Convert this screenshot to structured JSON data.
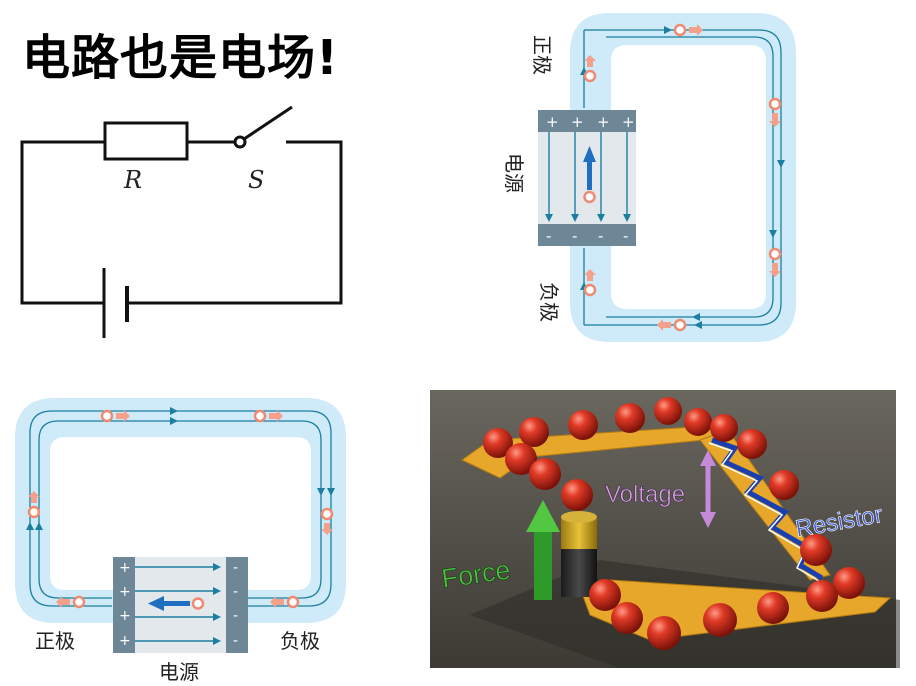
{
  "title": "电路也是电场!",
  "circuit": {
    "resistor_label": "R",
    "switch_label": "S"
  },
  "field_vertical": {
    "positive_pole": "正极",
    "negative_pole": "负极",
    "source": "电源",
    "plus": "+",
    "minus": "-"
  },
  "field_horizontal": {
    "positive_pole": "正极",
    "negative_pole": "负极",
    "source": "电源",
    "plus": "+",
    "minus": "-"
  },
  "model_3d": {
    "force_label": "Force",
    "voltage_label": "Voltage",
    "resistor_label": "Resistor"
  },
  "colors": {
    "tube": "#cfeaf8",
    "field_line": "#1c7fa0",
    "terminal": "#6d8797",
    "charge": "#f08a72",
    "arrow_blue": "#1f6fc0",
    "board": "#e6a72a",
    "ball": "#cc2a1c",
    "bg_photo": "#4e4b45"
  }
}
